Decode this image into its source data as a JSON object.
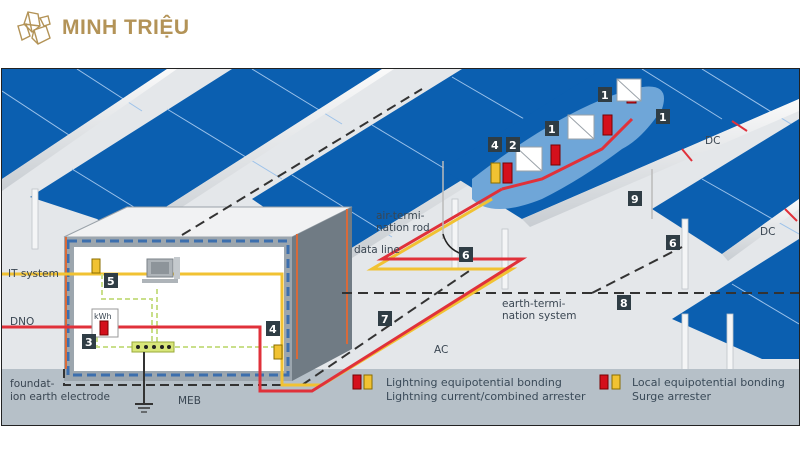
{
  "brand": {
    "name": "MINH TRIỆU",
    "logo_icon": "crystal-gem-icon",
    "color": "#b39357"
  },
  "diagram": {
    "title": "Lightning and surge protection concept for a PV power plant",
    "labels": {
      "it_system": "IT system",
      "dno": "DNO",
      "foundation_line1": "foundat-",
      "foundation_line2": "ion earth electrode",
      "meb": "MEB",
      "kwh": "kWh",
      "air_term_line1": "air-termi-",
      "air_term_line2": "nation rod",
      "data_line": "data line",
      "earth_term_line1": "earth-termi-",
      "earth_term_line2": "nation system",
      "ac": "AC",
      "dc_1": "DC",
      "dc_2": "DC"
    },
    "markers": {
      "m1a": "1",
      "m1b": "1",
      "m1c": "1",
      "m2": "2",
      "m3": "3",
      "m4a": "4",
      "m4b": "4",
      "m5": "5",
      "m6a": "6",
      "m6b": "6",
      "m7": "7",
      "m8": "8",
      "m9": "9"
    },
    "legend": {
      "lightning_bonding": "Lightning equipotential bonding",
      "lightning_arrester": "Lightning current/combined arrester",
      "local_bonding": "Local equipotential bonding",
      "surge_arrester": "Surge arrester"
    },
    "colors": {
      "panel": "#0b5fb0",
      "ac_line": "#e0313a",
      "data_line": "#f1c232",
      "earth_line": "#333333",
      "bonding_dash": "#3c6fae",
      "marker_bg": "#2f3d45",
      "brand": "#b39357"
    }
  }
}
